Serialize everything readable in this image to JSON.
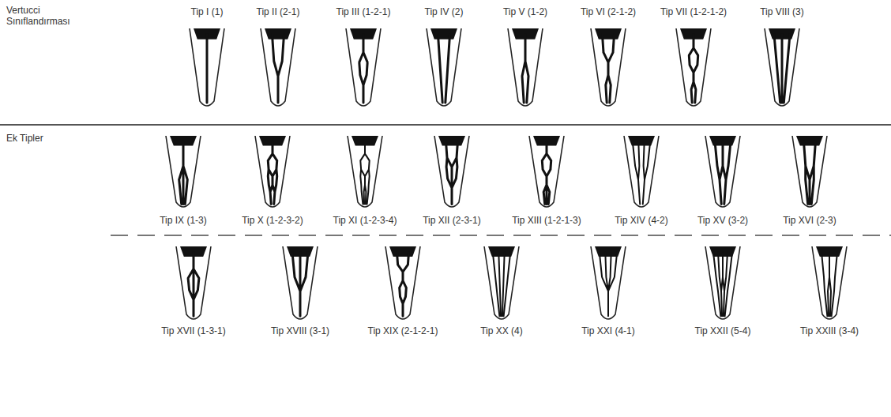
{
  "diagram": {
    "labels": [
      "Vertucci Sınıflandırması",
      "Tip I (1)",
      "Tip II (2-1)",
      "Tip III (1-2-1)",
      "Tip IV (2)",
      "Tip V (1-2)",
      "Tip VI (2-1-2)",
      "Tip VII (1-2-1-2)",
      "Tip VIII (3)",
      "Ek Tipler",
      "Tip IX (1-3)",
      "Tip X (1-2-3-2)",
      "Tip XI (1-2-3-4)",
      "Tip XII (2-3-1)",
      "Tip XIII (1-2-1-3)",
      "Tip XIV (4-2)",
      "Tip XV (3-2)",
      "Tip XVI (2-3)",
      "Tip XVII (1-3-1)",
      "Tip XVIII (3-1)",
      "Tip XIX (2-1-2-1)",
      "Tip XX (4)",
      "Tip XXI (4-1)",
      "Tip XXII (5-4)",
      "Tip XXIII (3-4)"
    ]
  }
}
